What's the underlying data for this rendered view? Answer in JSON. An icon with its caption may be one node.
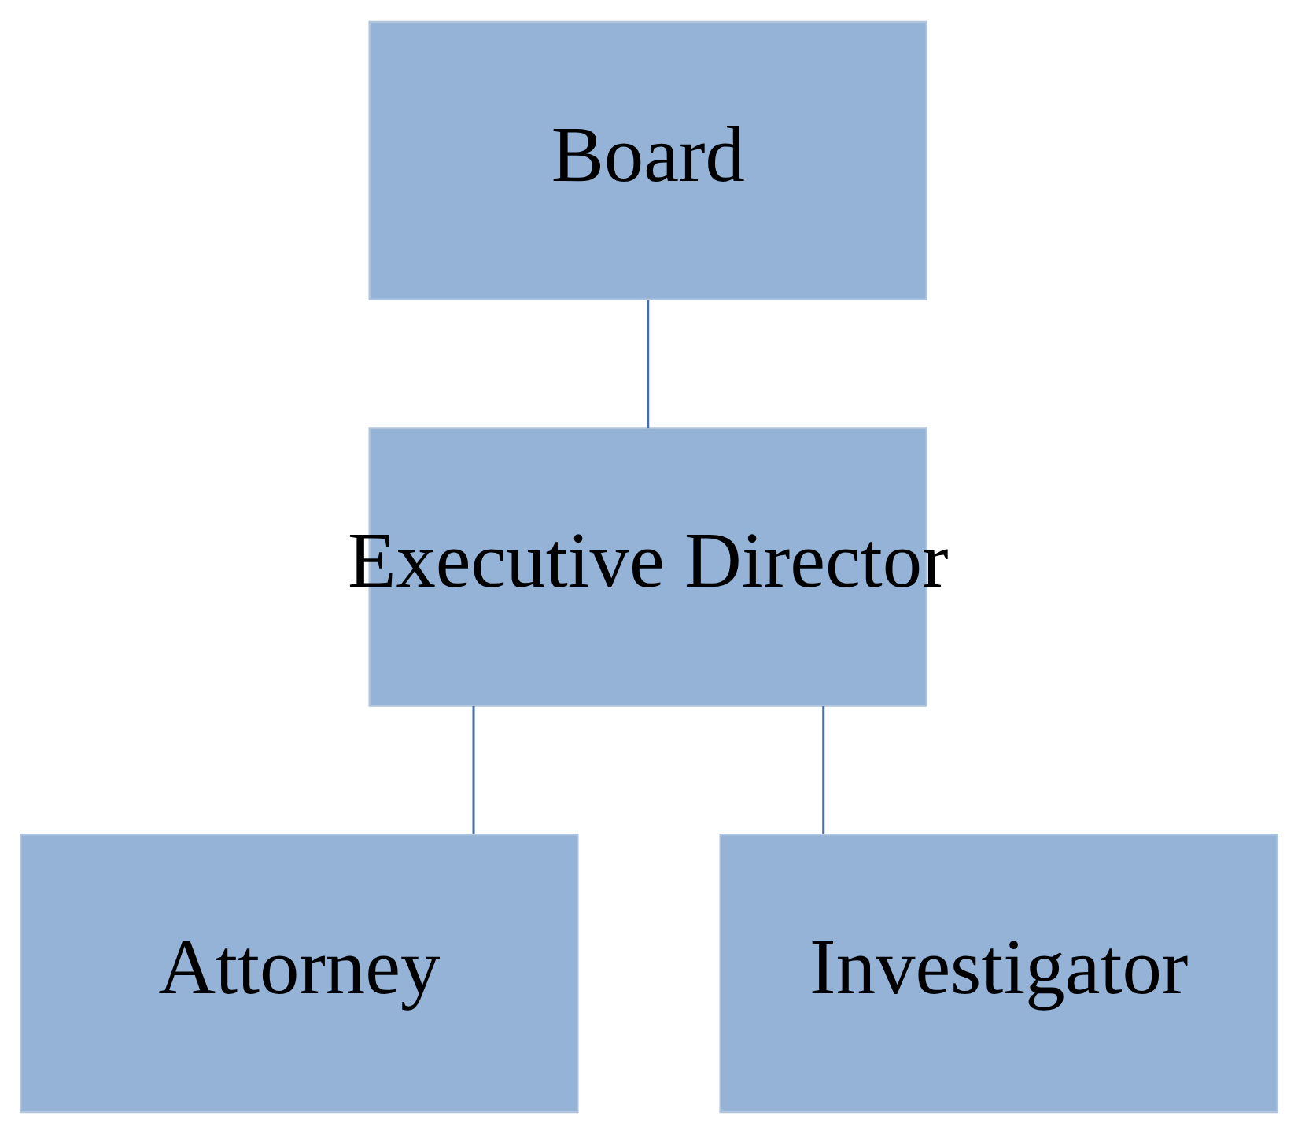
{
  "diagram": {
    "nodes": [
      {
        "text": [
          "Board"
        ]
      },
      {
        "text": [
          "Executive Director"
        ]
      },
      {
        "text": [
          "Attorney"
        ]
      },
      {
        "text": [
          "Investigator"
        ]
      }
    ],
    "edges": [
      {
        "from": 0,
        "to": 1,
        "arrow": "none"
      },
      {
        "from": 1,
        "to": 2,
        "arrow": "none"
      },
      {
        "from": 1,
        "to": 3,
        "arrow": "none"
      }
    ]
  }
}
